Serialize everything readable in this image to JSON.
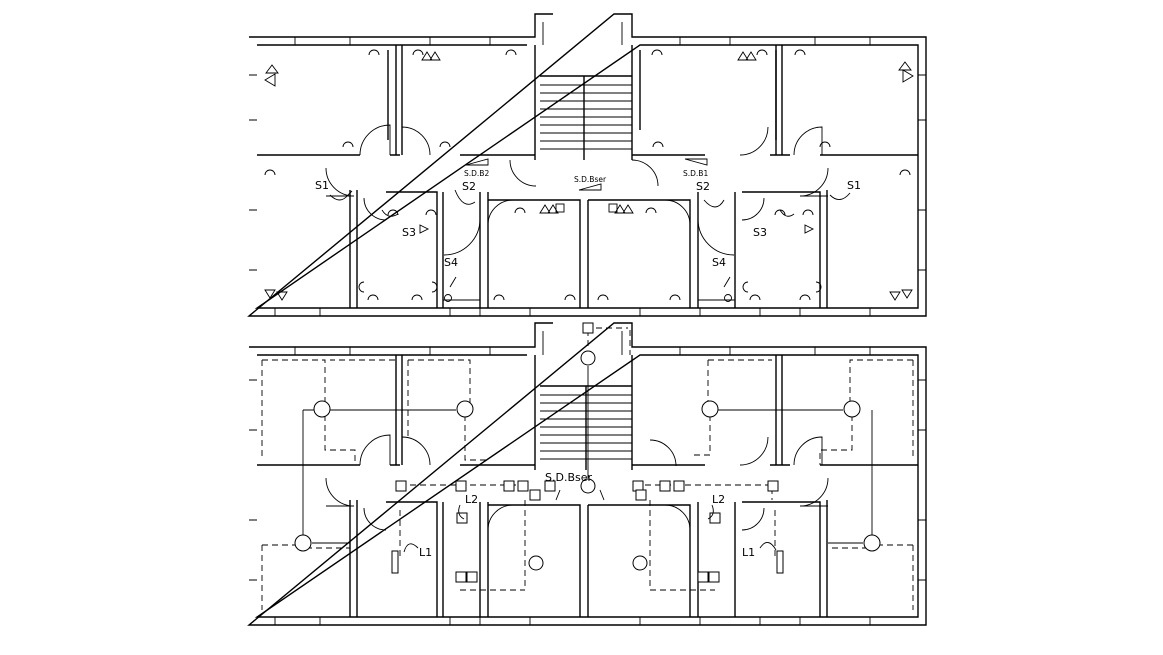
{
  "plans": {
    "top": {
      "labels": {
        "sdb2": "S.D.B2",
        "sdb1": "S.D.B1",
        "sdbser": "S.D.Bser",
        "s1_left": "S1",
        "s1_right": "S1",
        "s2_left": "S2",
        "s2_right": "S2",
        "s3_left": "S3",
        "s3_right": "S3",
        "s4_left": "S4",
        "s4_right": "S4"
      }
    },
    "bottom": {
      "labels": {
        "sdbser": "S.D.Bser",
        "l1_left": "L1",
        "l1_right": "L1",
        "l2_left": "L2",
        "l2_right": "L2"
      }
    }
  },
  "colors": {
    "line": "#000000",
    "background": "#ffffff"
  }
}
